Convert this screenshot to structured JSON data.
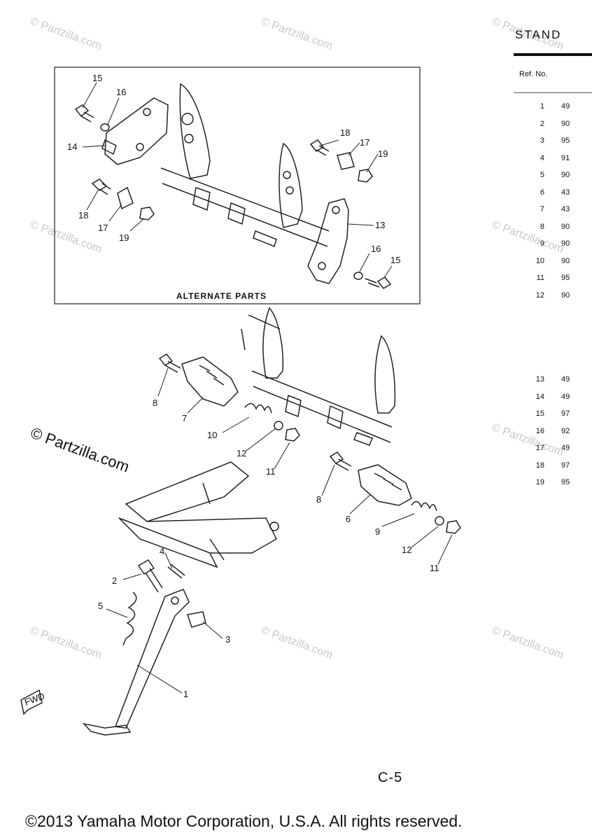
{
  "header": {
    "title": "STAND"
  },
  "table": {
    "column_header": "Ref. No.",
    "rows_top": [
      {
        "ref": "1",
        "part": "49"
      },
      {
        "ref": "2",
        "part": "90"
      },
      {
        "ref": "3",
        "part": "95"
      },
      {
        "ref": "4",
        "part": "91"
      },
      {
        "ref": "5",
        "part": "90"
      },
      {
        "ref": "6",
        "part": "43"
      },
      {
        "ref": "7",
        "part": "43"
      },
      {
        "ref": "8",
        "part": "90"
      },
      {
        "ref": "9",
        "part": "90"
      },
      {
        "ref": "10",
        "part": "90"
      },
      {
        "ref": "11",
        "part": "95"
      },
      {
        "ref": "12",
        "part": "90"
      }
    ],
    "rows_bottom": [
      {
        "ref": "13",
        "part": "49"
      },
      {
        "ref": "14",
        "part": "49"
      },
      {
        "ref": "15",
        "part": "97"
      },
      {
        "ref": "16",
        "part": "92"
      },
      {
        "ref": "17",
        "part": "49"
      },
      {
        "ref": "18",
        "part": "97"
      },
      {
        "ref": "19",
        "part": "95"
      }
    ]
  },
  "diagram": {
    "alternate_label": "ALTERNATE PARTS",
    "fwd_label": "FWD",
    "callouts": {
      "c15a": "15",
      "c16a": "16",
      "c14": "14",
      "c18a": "18",
      "c17a": "17",
      "c19a": "19",
      "c18b": "18",
      "c17b": "17",
      "c19b": "19",
      "c13": "13",
      "c16b": "16",
      "c15b": "15",
      "c8a": "8",
      "c7": "7",
      "c10": "10",
      "c12a": "12",
      "c11a": "11",
      "c8b": "8",
      "c6": "6",
      "c9": "9",
      "c12b": "12",
      "c11b": "11",
      "c4": "4",
      "c2": "2",
      "c5": "5",
      "c3": "3",
      "c1": "1"
    }
  },
  "watermark": {
    "text": "© Partzilla.com"
  },
  "footer": {
    "page": "C-5",
    "copyright": "©2013 Yamaha Motor Corporation, U.S.A. All rights reserved."
  }
}
